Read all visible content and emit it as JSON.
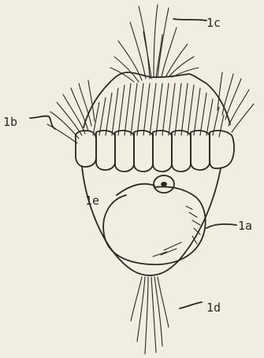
{
  "labels": {
    "1a": "1a",
    "1b": "1b",
    "1c": "1c",
    "1d": "1d",
    "1e": "1e"
  }
}
